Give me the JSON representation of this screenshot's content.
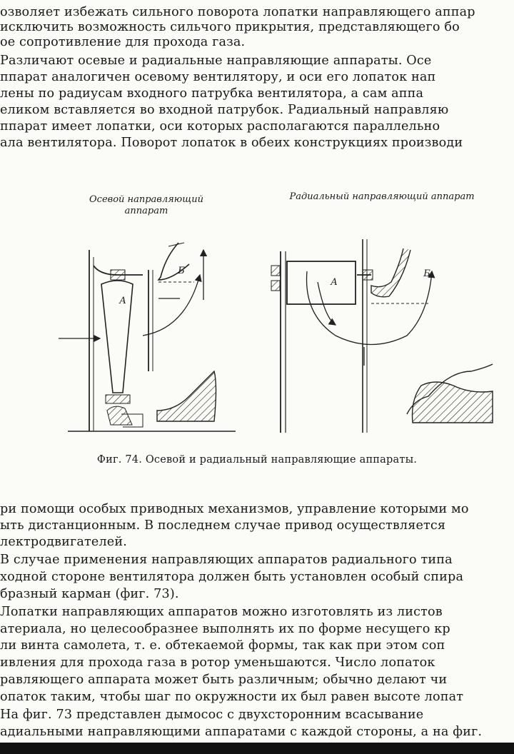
{
  "text_top": [
    "озволяет избежать сильного поворота лопатки направляющего аппар",
    " исключить возможность сильчого прикрытия, представляющего бо",
    "ое сопротивление для прохода газа.",
    "   Различают осевые и радиальные направляющие аппараты. Осе",
    "ппарат аналогичен осевому вентилятору, и оси его лопаток нап",
    "лены по радиусам  входного патрубка  вентилятора,  а  сам  аппа",
    "еликом  вставляется во входной патрубок.  Радиальный направляю",
    "ппарат  имеет  лопатки,  оси которых  располагаются  параллельно",
    "ала вентилятора. Поворот лопаток в обеих конструкциях производи"
  ],
  "figure": {
    "label_left": "Осевой направляющий аппарат",
    "label_right": "Радиальный направляющий аппарат",
    "marks": {
      "a_left": "А",
      "b_left": "Б",
      "a_right": "А",
      "b_right": "Б"
    },
    "caption": "Фиг. 74. Осевой и радиальный направляющие аппараты."
  },
  "text_bottom": [
    "ри помощи особых приводных механизмов, управление которыми мо",
    "ыть  дистанционным.  В  последнем случае привод  осуществляется",
    "лектродвигателей.",
    "   В случае применения направляющих аппаратов  радиального типа",
    "ходной стороне вентилятора должен быть установлен особый спира",
    "бразный карман (фиг. 73).",
    "   Лопатки  направляющих  аппаратов  можно  изготовлять  из  листов",
    "атериала,  но целесообразнее  выполнять  их по форме  несущего  кр",
    "ли винта самолета, т. е. обтекаемой формы, так как при этом соп",
    "ивления  для  прохода  газа  в ротор уменьшаются. Число лопаток",
    "равляющего  аппарата  может  быть  различным;  обычно делают чи",
    "опаток таким, чтобы шаг по окружности их был равен высоте лопат",
    "   На  фиг.  73  представлен дымосос с двухсторонним  всасывание",
    "адиальными направляющими аппаратами с каждой стороны, а на фиг."
  ]
}
